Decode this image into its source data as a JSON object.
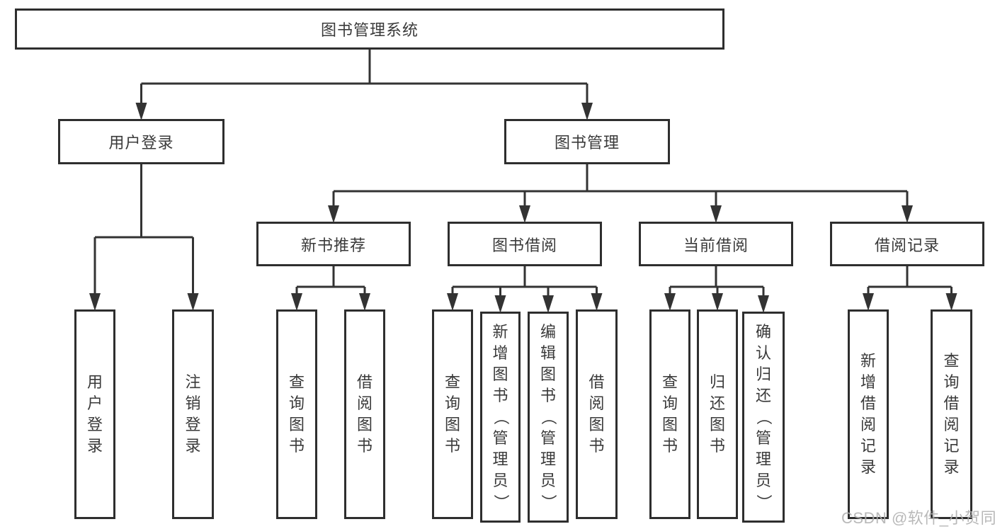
{
  "nodes": {
    "root": "图书管理系统",
    "user_login": "用户登录",
    "book_mgmt": "图书管理",
    "new_book": "新书推荐",
    "book_borrow": "图书借阅",
    "current_borrow": "当前借阅",
    "borrow_record": "借阅记录",
    "ul_login": "用户登录",
    "ul_logout": "注销登录",
    "nb_query": "查询图书",
    "nb_borrow": "借阅图书",
    "bb_query": "查询图书",
    "bb_add": "新增图书（管理员）",
    "bb_edit": "编辑图书（管理员）",
    "bb_borrow": "借阅图书",
    "cb_query": "查询图书",
    "cb_return": "归还图书",
    "cb_confirm": "确认归还（管理员）",
    "br_add": "新增借阅记录",
    "br_query": "查询借阅记录"
  },
  "watermark": "CSDN @软件_小贺同学",
  "colors": {
    "line": "#333333",
    "box_border": "#2e2e2e",
    "text": "#3a3a3a",
    "watermark_text": "#afafaf",
    "background": "#ffffff"
  }
}
